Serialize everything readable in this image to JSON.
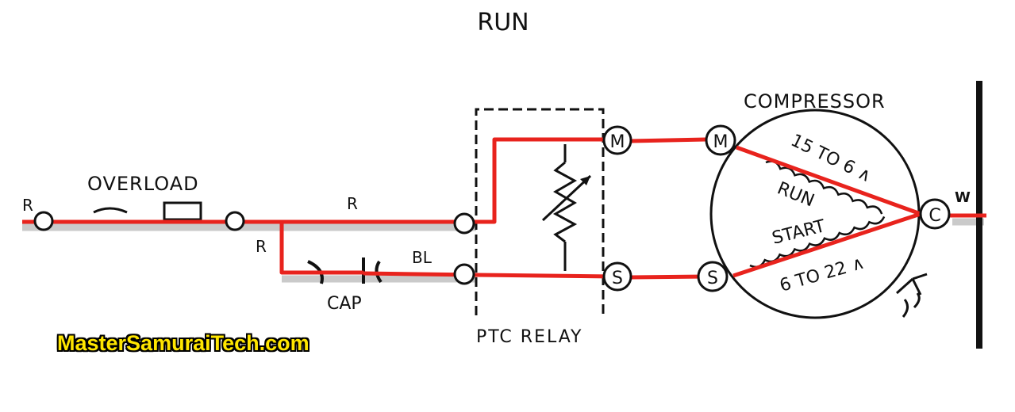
{
  "title": "RUN",
  "labels": {
    "r_left": "R",
    "overload": "OVERLOAD",
    "r_top": "R",
    "r_branch": "R",
    "bl": "BL",
    "cap": "CAP",
    "ptc_relay": "PTC RELAY",
    "compressor": "COMPRESSOR",
    "terminal_m": "M",
    "terminal_s": "S",
    "terminal_c": "C",
    "w": "W",
    "run_winding": "RUN",
    "start_winding": "START",
    "run_ohms": "15 TO 6 ∧",
    "start_ohms": "6 TO 22 ∧"
  },
  "watermark": "MasterSamuraiTech.com",
  "colors": {
    "active_path": "#e8231d",
    "line": "#111111",
    "watermark_fill": "#ffe600"
  }
}
